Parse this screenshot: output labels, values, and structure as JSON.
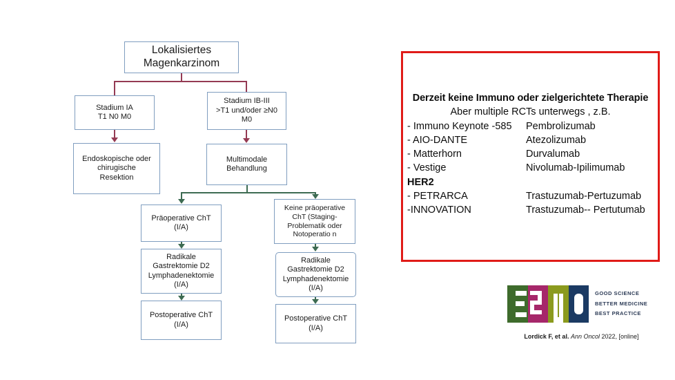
{
  "flowchart": {
    "nodes": {
      "root": "Lokalisiertes\nMagenkarzinom",
      "stage_ia": "Stadium IA\nT1 N0 M0",
      "stage_ibiii": "Stadium IB-III\n>T1 und/oder ≥N0\nM0",
      "resektion": "Endoskopische oder\nchirugische\nResektion",
      "multimodal": "Multimodale\nBehandlung",
      "praeop_cht": "Präoperative ChT\n(I/A)",
      "keine_praeop_cht": "Keine präoperative\nChT (Staging-\nProblematik oder\nNotoperatio n",
      "radikal_left": "Radikale\nGastrektomie D2\nLymphadenektomie\n(I/A)",
      "radikal_right": "Radikale\nGastrektomie D2\nLymphadenektomie\n(I/A)",
      "postop_left": "Postoperative ChT\n(I/A)",
      "postop_right": "Postoperative ChT\n(I/A)"
    },
    "colors": {
      "box_border": "#7f9dbf",
      "connector_upper": "#943a53",
      "connector_lower": "#3d6b52"
    }
  },
  "callout": {
    "border_color": "#e01b18",
    "heading": "Derzeit  keine Immuno oder zielgerichtete Therapie",
    "subheading": "Aber multiple RCTs unterwegs , z.B.",
    "rows": [
      {
        "trial": "- Immuno Keynote -585",
        "drug": "Pembrolizumab"
      },
      {
        "trial": "- AIO-DANTE",
        "drug": "Atezolizumab"
      },
      {
        "trial": "- Matterhorn",
        "drug": " Durvalumab"
      },
      {
        "trial": "- Vestige",
        "drug": "  Nivolumab-Ipilimumab"
      }
    ],
    "her2_label": "HER2",
    "her2_rows": [
      {
        "trial": "- PETRARCA",
        "drug": "  Trastuzumab-Pertuzumab"
      },
      {
        "trial": "-INNOVATION",
        "drug": "   Trastuzumab-- Pertutumab"
      }
    ]
  },
  "logo": {
    "letters": [
      {
        "char": "E",
        "color": "#3e6b2c"
      },
      {
        "char": "S",
        "color": "#a6276a"
      },
      {
        "char": "M",
        "color": "#8b9a1e"
      },
      {
        "char": "O",
        "color": "#1b3a63"
      }
    ],
    "tagline": [
      "GOOD SCIENCE",
      "BETTER MEDICINE",
      "BEST PRACTICE"
    ],
    "citation_author": "Lordick F, et al.",
    "citation_journal": "Ann Oncol",
    "citation_rest": "2022, [online]"
  }
}
